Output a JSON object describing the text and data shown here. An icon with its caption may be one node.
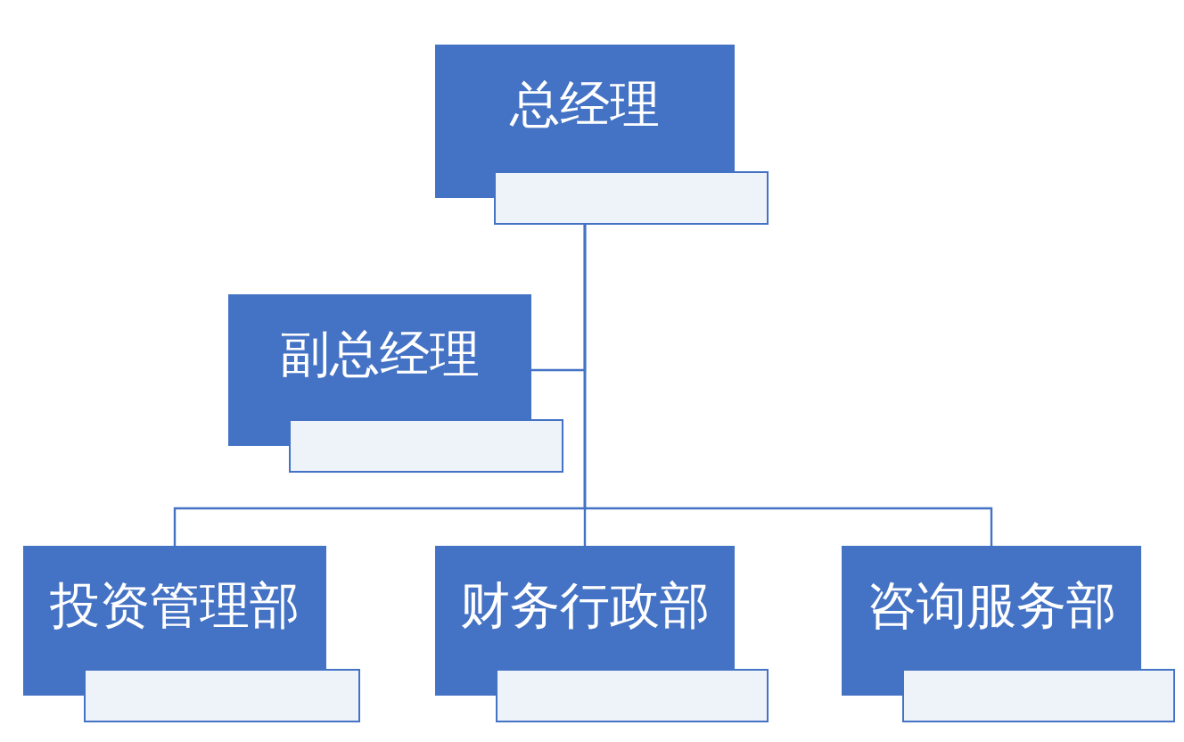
{
  "diagram": {
    "nodes": [
      {
        "text": [
          "总经理"
        ]
      },
      {
        "text": [
          "副总经理"
        ]
      },
      {
        "text": [
          "投资管理部"
        ]
      },
      {
        "text": [
          "财务行政部"
        ]
      },
      {
        "text": [
          "咨询服务部"
        ]
      }
    ],
    "edges": [
      {
        "from": 0,
        "to": 1,
        "arrow": "none"
      },
      {
        "from": 0,
        "to": 2,
        "arrow": "none"
      },
      {
        "from": 0,
        "to": 3,
        "arrow": "none"
      },
      {
        "from": 0,
        "to": 4,
        "arrow": "none"
      }
    ]
  }
}
